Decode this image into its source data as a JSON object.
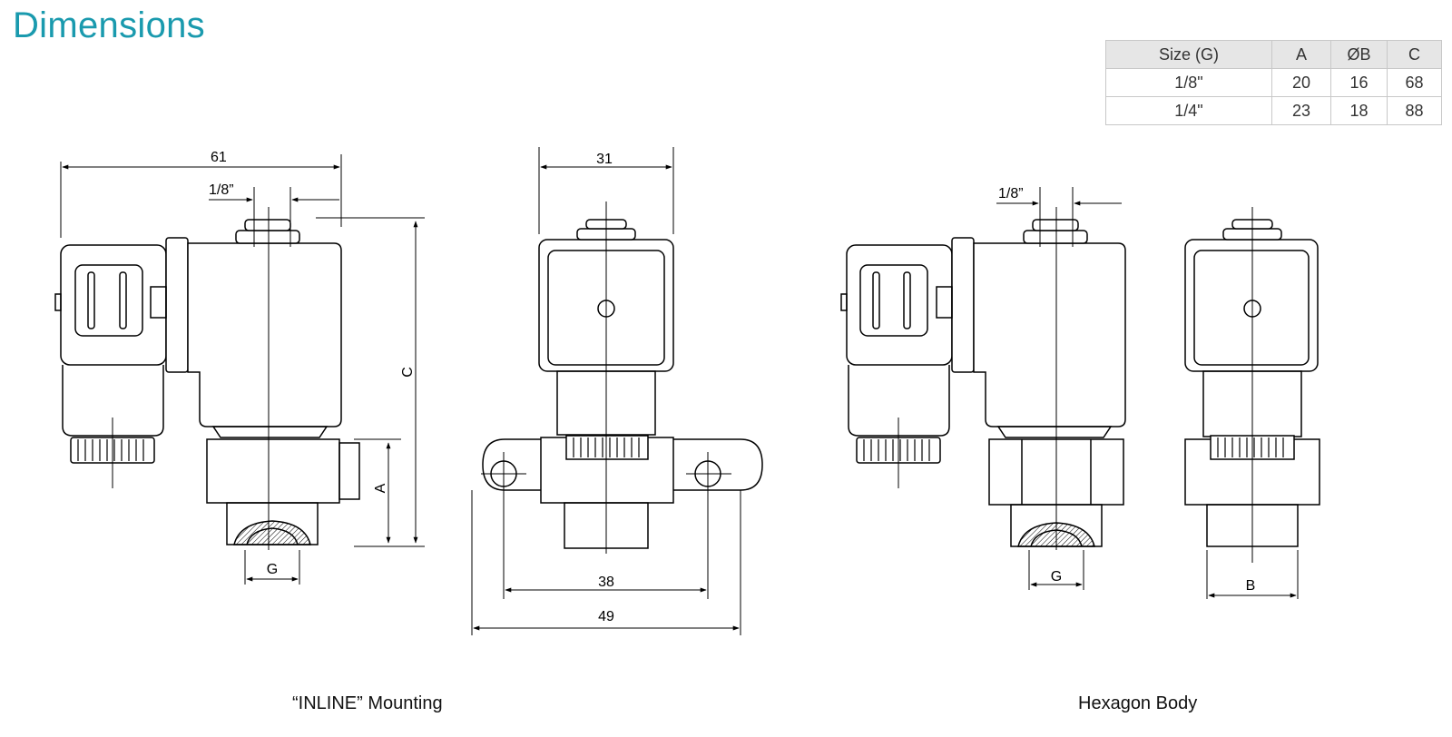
{
  "title": "Dimensions",
  "table": {
    "headers": [
      "Size (G)",
      "A",
      "ØB",
      "C"
    ],
    "rows": [
      [
        "1/8\"",
        "20",
        "16",
        "68"
      ],
      [
        "1/4\"",
        "23",
        "18",
        "88"
      ]
    ]
  },
  "labels": {
    "dim_61": "61",
    "port_1": "1/8”",
    "dim_c": "C",
    "dim_a": "A",
    "dim_g1": "G",
    "dim_31": "31",
    "dim_38": "38",
    "dim_49": "49",
    "port_2": "1/8”",
    "dim_g2": "G",
    "dim_b": "B"
  },
  "captions": {
    "inline": "“INLINE” Mounting",
    "hexagon": "Hexagon Body"
  },
  "colors": {
    "title": "#1a9aae",
    "header_bg": "#e6e6e6",
    "line": "#000000"
  }
}
